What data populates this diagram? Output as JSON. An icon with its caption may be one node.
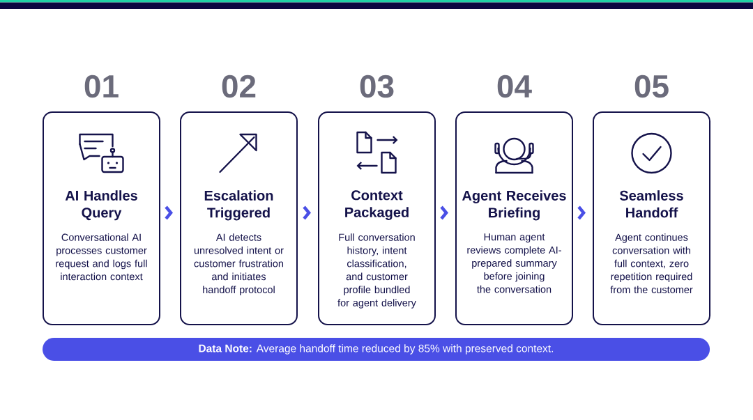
{
  "diagram": {
    "nodes": [
      {
        "text": [
          "01",
          "AI Handles Query",
          "Conversational AI processes customer request and logs full interaction context"
        ]
      },
      {
        "text": [
          "02",
          "Escalation Triggered",
          "AI detects unresolved intent or customer frustration and initiates handoff protocol"
        ]
      },
      {
        "text": [
          "03",
          "Context Packaged",
          "Full conversation history, intent classification, and customer profile bundled for agent delivery"
        ]
      },
      {
        "text": [
          "04",
          "Agent Receives Briefing",
          "Human agent reviews complete AI-prepared summary before joining the conversation"
        ]
      },
      {
        "text": [
          "05",
          "Seamless Handoff",
          "Agent continues conversation with full context, zero repetition required from the customer"
        ]
      },
      {
        "text": [
          "**Data Note:** Average handoff time reduced by 85% with preserved context."
        ]
      }
    ],
    "edges": [
      {
        "from": 0,
        "to": 1,
        "arrow": "to"
      },
      {
        "from": 1,
        "to": 2,
        "arrow": "to"
      },
      {
        "from": 2,
        "to": 3,
        "arrow": "to"
      },
      {
        "from": 3,
        "to": 4,
        "arrow": "to"
      }
    ]
  }
}
